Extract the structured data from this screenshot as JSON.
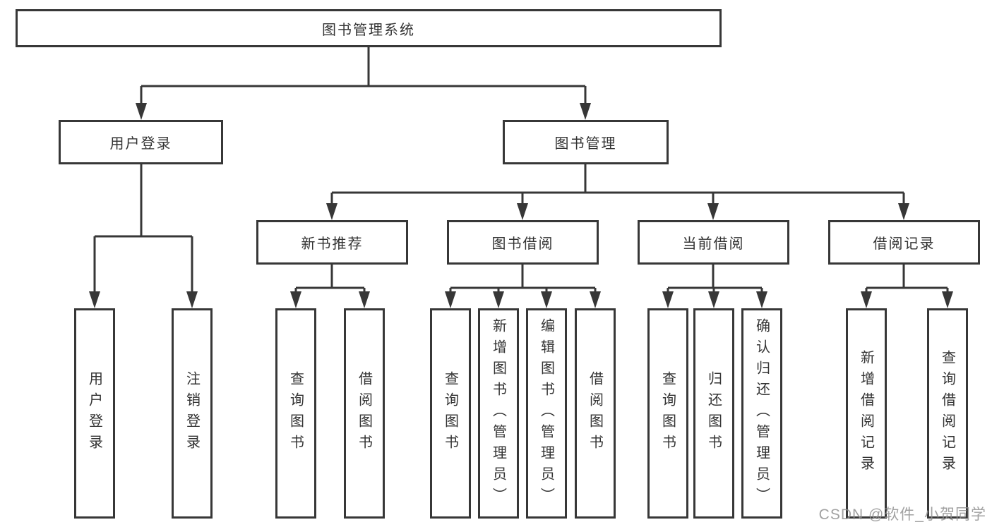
{
  "colors": {
    "line": "#373737",
    "box_border": "#373737",
    "text": "#333333",
    "watermark": "#919191",
    "background": "#ffffff"
  },
  "watermark": {
    "text": "CSDN @软件_小贺同学"
  },
  "tree": {
    "root": {
      "label": "图书管理系统",
      "children": [
        {
          "label": "用户登录",
          "children": [
            {
              "label": "用户登录"
            },
            {
              "label": "注销登录"
            }
          ]
        },
        {
          "label": "图书管理",
          "children": [
            {
              "label": "新书推荐",
              "children": [
                {
                  "label": "查询图书"
                },
                {
                  "label": "借阅图书"
                }
              ]
            },
            {
              "label": "图书借阅",
              "children": [
                {
                  "label": "查询图书"
                },
                {
                  "label": "新增图书（管理员）"
                },
                {
                  "label": "编辑图书（管理员）"
                },
                {
                  "label": "借阅图书"
                }
              ]
            },
            {
              "label": "当前借阅",
              "children": [
                {
                  "label": "查询图书"
                },
                {
                  "label": "归还图书"
                },
                {
                  "label": "确认归还（管理员）"
                }
              ]
            },
            {
              "label": "借阅记录",
              "children": [
                {
                  "label": "新增借阅记录"
                },
                {
                  "label": "查询借阅记录"
                }
              ]
            }
          ]
        }
      ]
    }
  }
}
